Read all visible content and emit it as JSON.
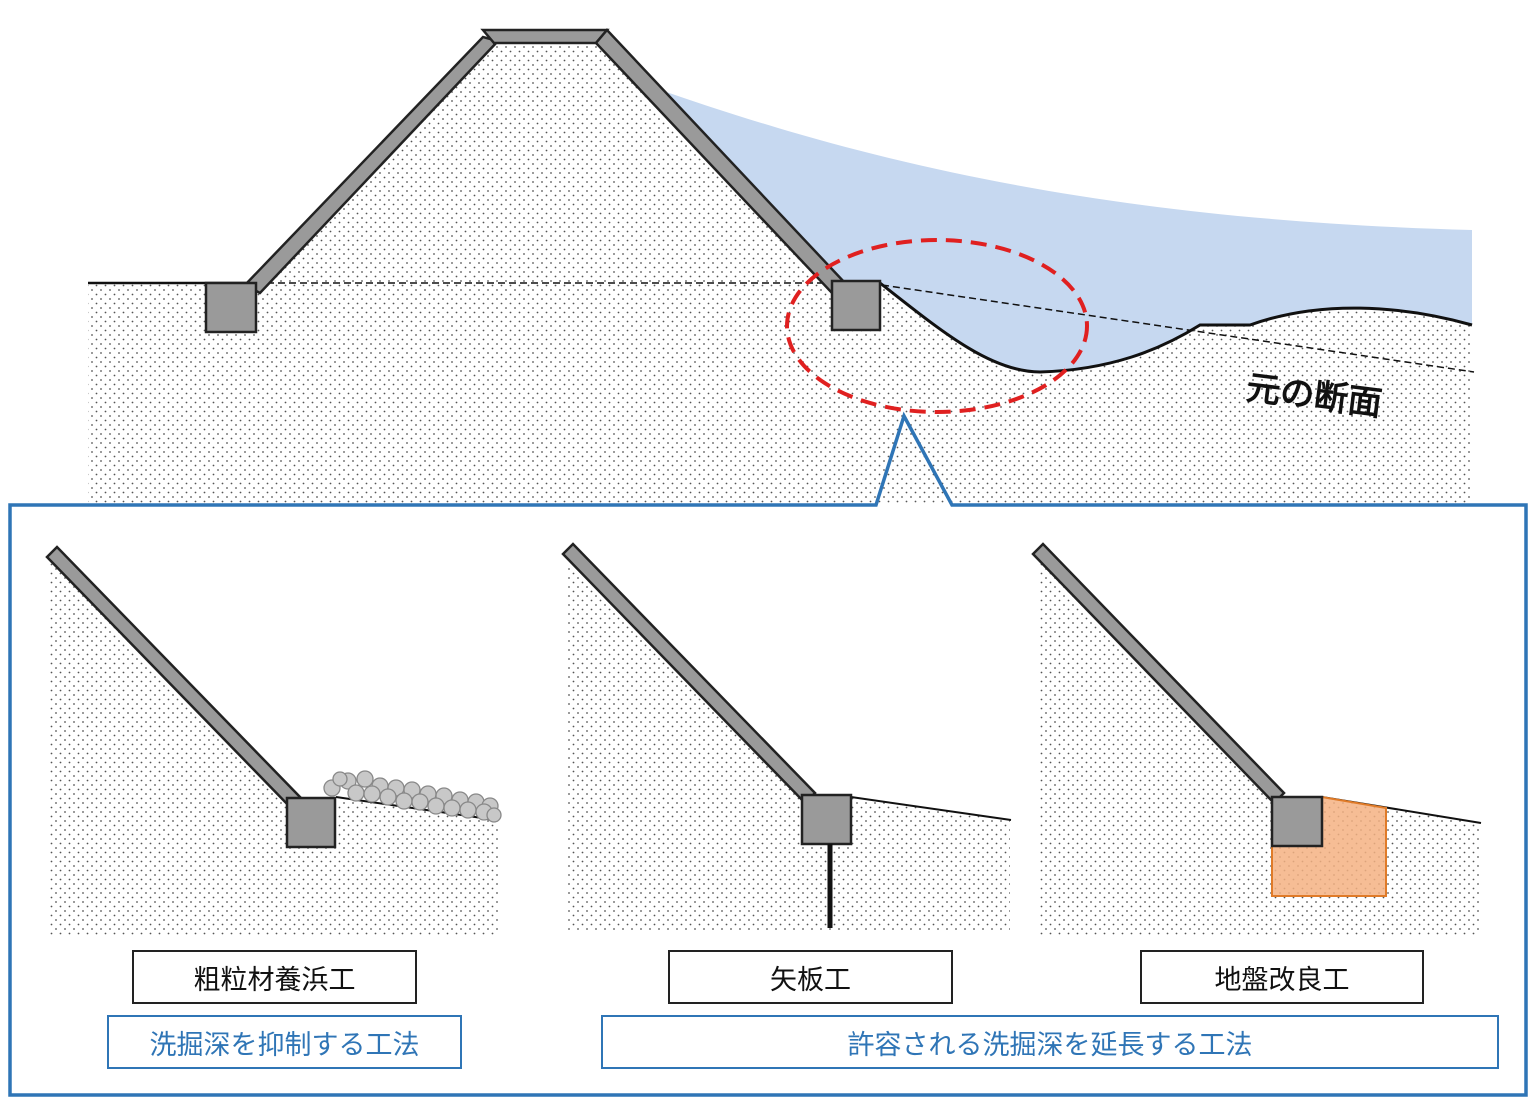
{
  "main_section": {
    "original_section_label": "元の断面"
  },
  "methods": [
    {
      "label": "粗粒材養浜工"
    },
    {
      "label": "矢板工"
    },
    {
      "label": "地盤改良工"
    }
  ],
  "categories": [
    {
      "label": "洗掘深を抑制する工法"
    },
    {
      "label": "許容される洗掘深を延長する工法"
    }
  ],
  "colors": {
    "water": "#c6d8f0",
    "block": "#9a9a9a",
    "outline": "#222222",
    "highlight_ellipse": "#e02020",
    "panel_frame": "#2f75b6",
    "improved_ground": "#f4b183",
    "improved_ground_edge": "#e07b28",
    "category_text": "#2f75b6",
    "gravel": "#c8c8c8"
  }
}
